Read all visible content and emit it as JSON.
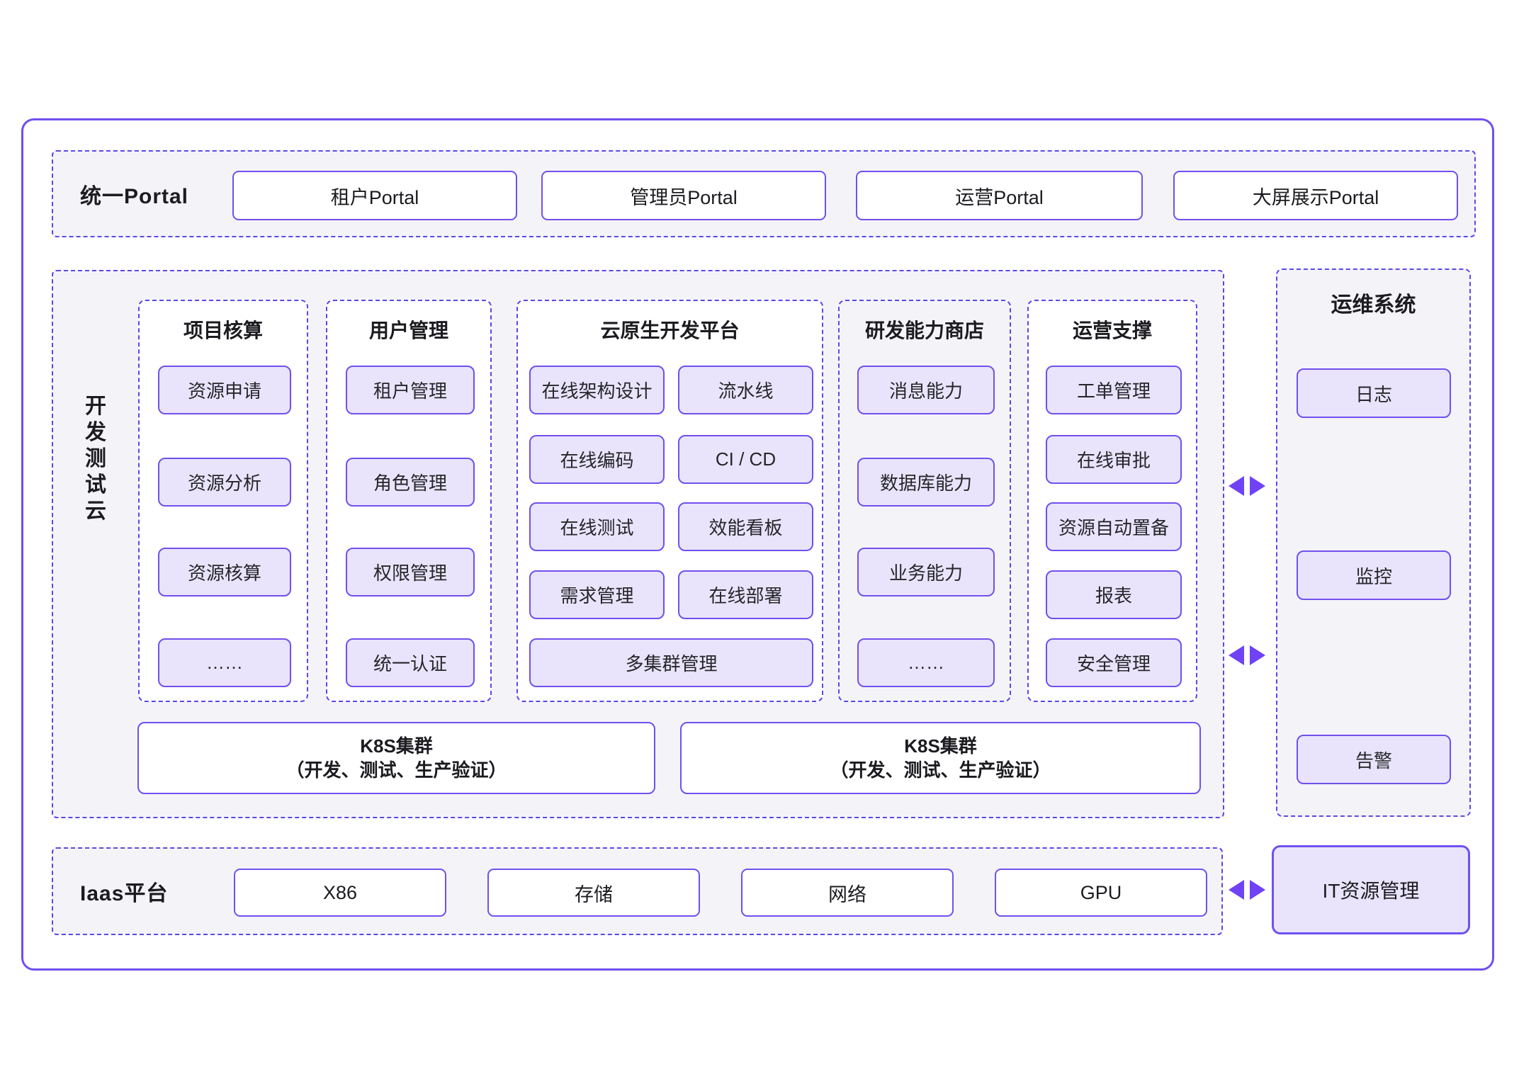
{
  "colors": {
    "accent_purple": "#7150ee",
    "dashed_border_purple": "#5b49e6",
    "lavender_fill": "#e9e4fb",
    "panel_gray": "#f4f4f8",
    "arrow_purple": "#6f42f5",
    "text_dark": "#1b1b20"
  },
  "portal": {
    "label": "统一Portal",
    "buttons": [
      "租户Portal",
      "管理员Portal",
      "运营Portal",
      "大屏展示Portal"
    ]
  },
  "dev": {
    "vertical_label": "开发测试云",
    "vertical_label_chars": [
      "开",
      "发",
      "测",
      "试",
      "云"
    ],
    "columns": [
      {
        "title": "项目核算",
        "buttons": [
          "资源申请",
          "资源分析",
          "资源核算",
          "……"
        ]
      },
      {
        "title": "用户管理",
        "buttons": [
          "租户管理",
          "角色管理",
          "权限管理",
          "统一认证"
        ]
      },
      {
        "title": "云原生开发平台",
        "left_buttons": [
          "在线架构设计",
          "在线编码",
          "在线测试",
          "需求管理"
        ],
        "right_buttons": [
          "流水线",
          "CI / CD",
          "效能看板",
          "在线部署"
        ],
        "full_button": "多集群管理"
      },
      {
        "title": "研发能力商店",
        "buttons": [
          "消息能力",
          "数据库能力",
          "业务能力",
          "……"
        ]
      },
      {
        "title": "运营支撑",
        "buttons": [
          "工单管理",
          "在线审批",
          "资源自动置备",
          "报表",
          "安全管理"
        ]
      }
    ],
    "k8s_clusters": [
      {
        "line1": "K8S集群",
        "line2": "（开发、测试、生产验证）"
      },
      {
        "line1": "K8S集群",
        "line2": "（开发、测试、生产验证）"
      }
    ]
  },
  "ops": {
    "title": "运维系统",
    "buttons": [
      "日志",
      "监控",
      "告警"
    ]
  },
  "iaas": {
    "label": "Iaas平台",
    "buttons": [
      "X86",
      "存储",
      "网络",
      "GPU"
    ]
  },
  "it_management": {
    "label": "IT资源管理"
  }
}
